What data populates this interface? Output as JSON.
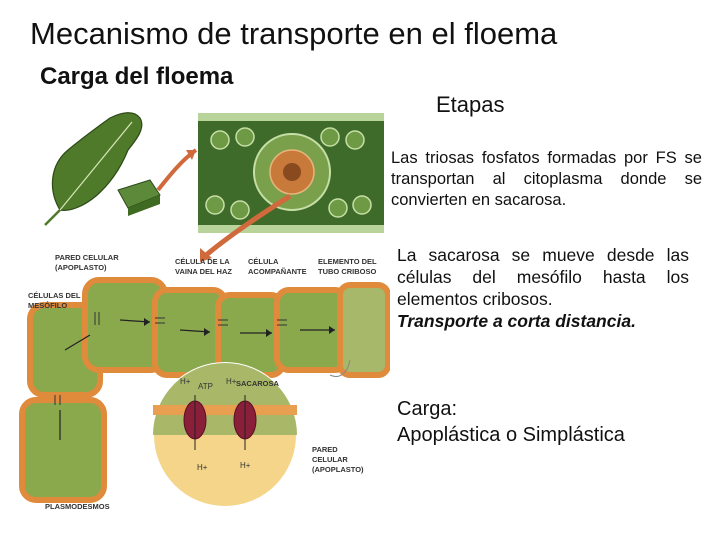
{
  "title": "Mecanismo de transporte en el floema",
  "subtitle": "Carga del floema",
  "stages_heading": "Etapas",
  "paragraph1": "Las triosas fosfatos formadas por FS se transportan al citoplasma donde se convierten en sacarosa.",
  "paragraph2": "La sacarosa se mueve desde las células del mesófilo hasta los elementos cribosos.",
  "paragraph2_emphasis": "Transporte a corta distancia.",
  "paragraph3_line1": "Carga:",
  "paragraph3_line2": "Apoplástica o Simplástica",
  "diagram_labels": {
    "pared_celular_1": "PARED CELULAR",
    "pared_celular_2": "(APOPLASTO)",
    "celulas_mesofilo_1": "CÉLULAS DEL",
    "celulas_mesofilo_2": "MESÓFILO",
    "celula_vaina_1": "CÉLULA DE LA",
    "celula_vaina_2": "VAINA DEL HAZ",
    "celula_acomp_1": "CÉLULA",
    "celula_acomp_2": "ACOMPAÑANTE",
    "elemento_1": "ELEMENTO DEL",
    "elemento_2": "TUBO CRIBOSO",
    "h1": "H+",
    "atp": "ATP",
    "h2": "H+",
    "sacarosa": "SACAROSA",
    "h3": "H+",
    "h4": "H+",
    "pared_b1": "PARED",
    "pared_b2": "CELULAR",
    "pared_b3": "(APOPLASTO)",
    "plasmodesmos": "PLASMODESMOS"
  }
}
